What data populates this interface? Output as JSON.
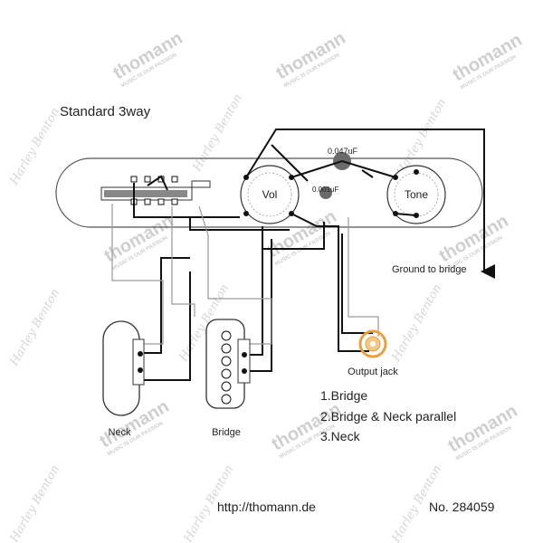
{
  "title": "Standard 3way",
  "components": {
    "volume_label": "Vol",
    "tone_label": "Tone",
    "cap_large_label": "0.047uF",
    "cap_small_label": "0.001uF",
    "ground_label": "Ground to bridge",
    "output_label": "Output jack",
    "neck_label": "Neck",
    "bridge_label": "Bridge"
  },
  "positions": [
    "1.Bridge",
    "2.Bridge & Neck parallel",
    "3.Neck"
  ],
  "footer": {
    "url": "http://thomann.de",
    "item_number": "No. 284059"
  },
  "watermark": {
    "brand": "thomann",
    "tagline": "MUSIC IS OUR PASSION",
    "signature": "Harley Benton"
  },
  "colors": {
    "wire": "#111111",
    "trace": "#9a9a9a",
    "jack": "#e8a040",
    "cap": "#6a6a6a"
  }
}
